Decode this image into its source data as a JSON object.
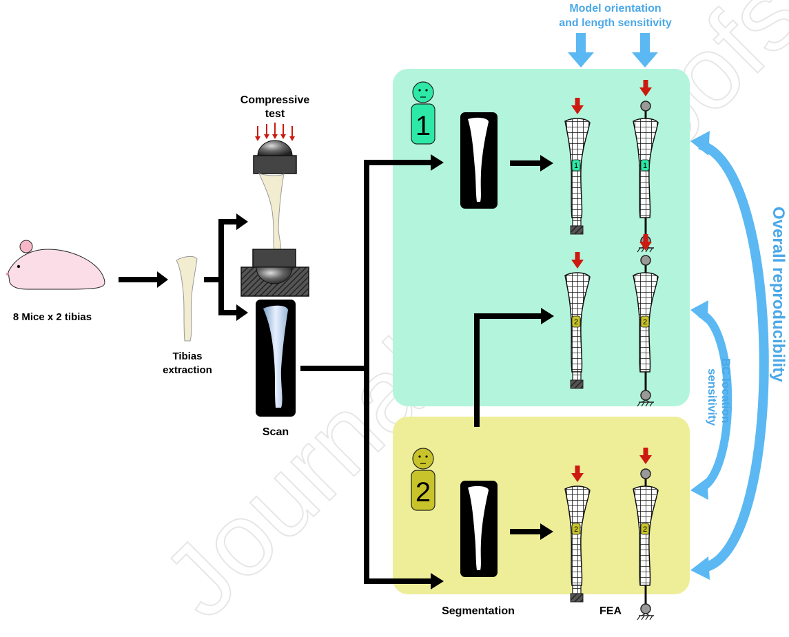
{
  "labels": {
    "mice": "8 Mice x 2 tibias",
    "tibias_line1": "Tibias",
    "tibias_line2": "extraction",
    "compressive_line1": "Compressive",
    "compressive_line2": "test",
    "scan": "Scan",
    "segmentation": "Segmentation",
    "fea": "FEA",
    "model_orient_line1": "Model orientation",
    "model_orient_line2": "and length sensitivity",
    "overall": "Overall reproducibility",
    "bc_line1": "BC location",
    "bc_line2": "sensitivity",
    "operator1": "1",
    "operator2": "2",
    "model_tag_1": "1",
    "model_tag_2": "2",
    "watermark": "Journal Pre-proofs"
  },
  "colors": {
    "operator1_panel": "#b3f5dc",
    "operator2_panel": "#eeee99",
    "operator1_badge": "#2ee8a8",
    "operator2_badge": "#c8c32a",
    "sensitivity_arrows": "#5bb8f2",
    "load_arrow": "#cc1a10",
    "bone": "#f2ecd0"
  },
  "icons": [
    "mouse-icon",
    "tibia-icon",
    "compression-rig-icon",
    "scan-image-icon",
    "segmented-bone-icon",
    "fea-mesh-icon",
    "operator-face-icon",
    "load-arrow-icon",
    "ground-support-icon"
  ]
}
